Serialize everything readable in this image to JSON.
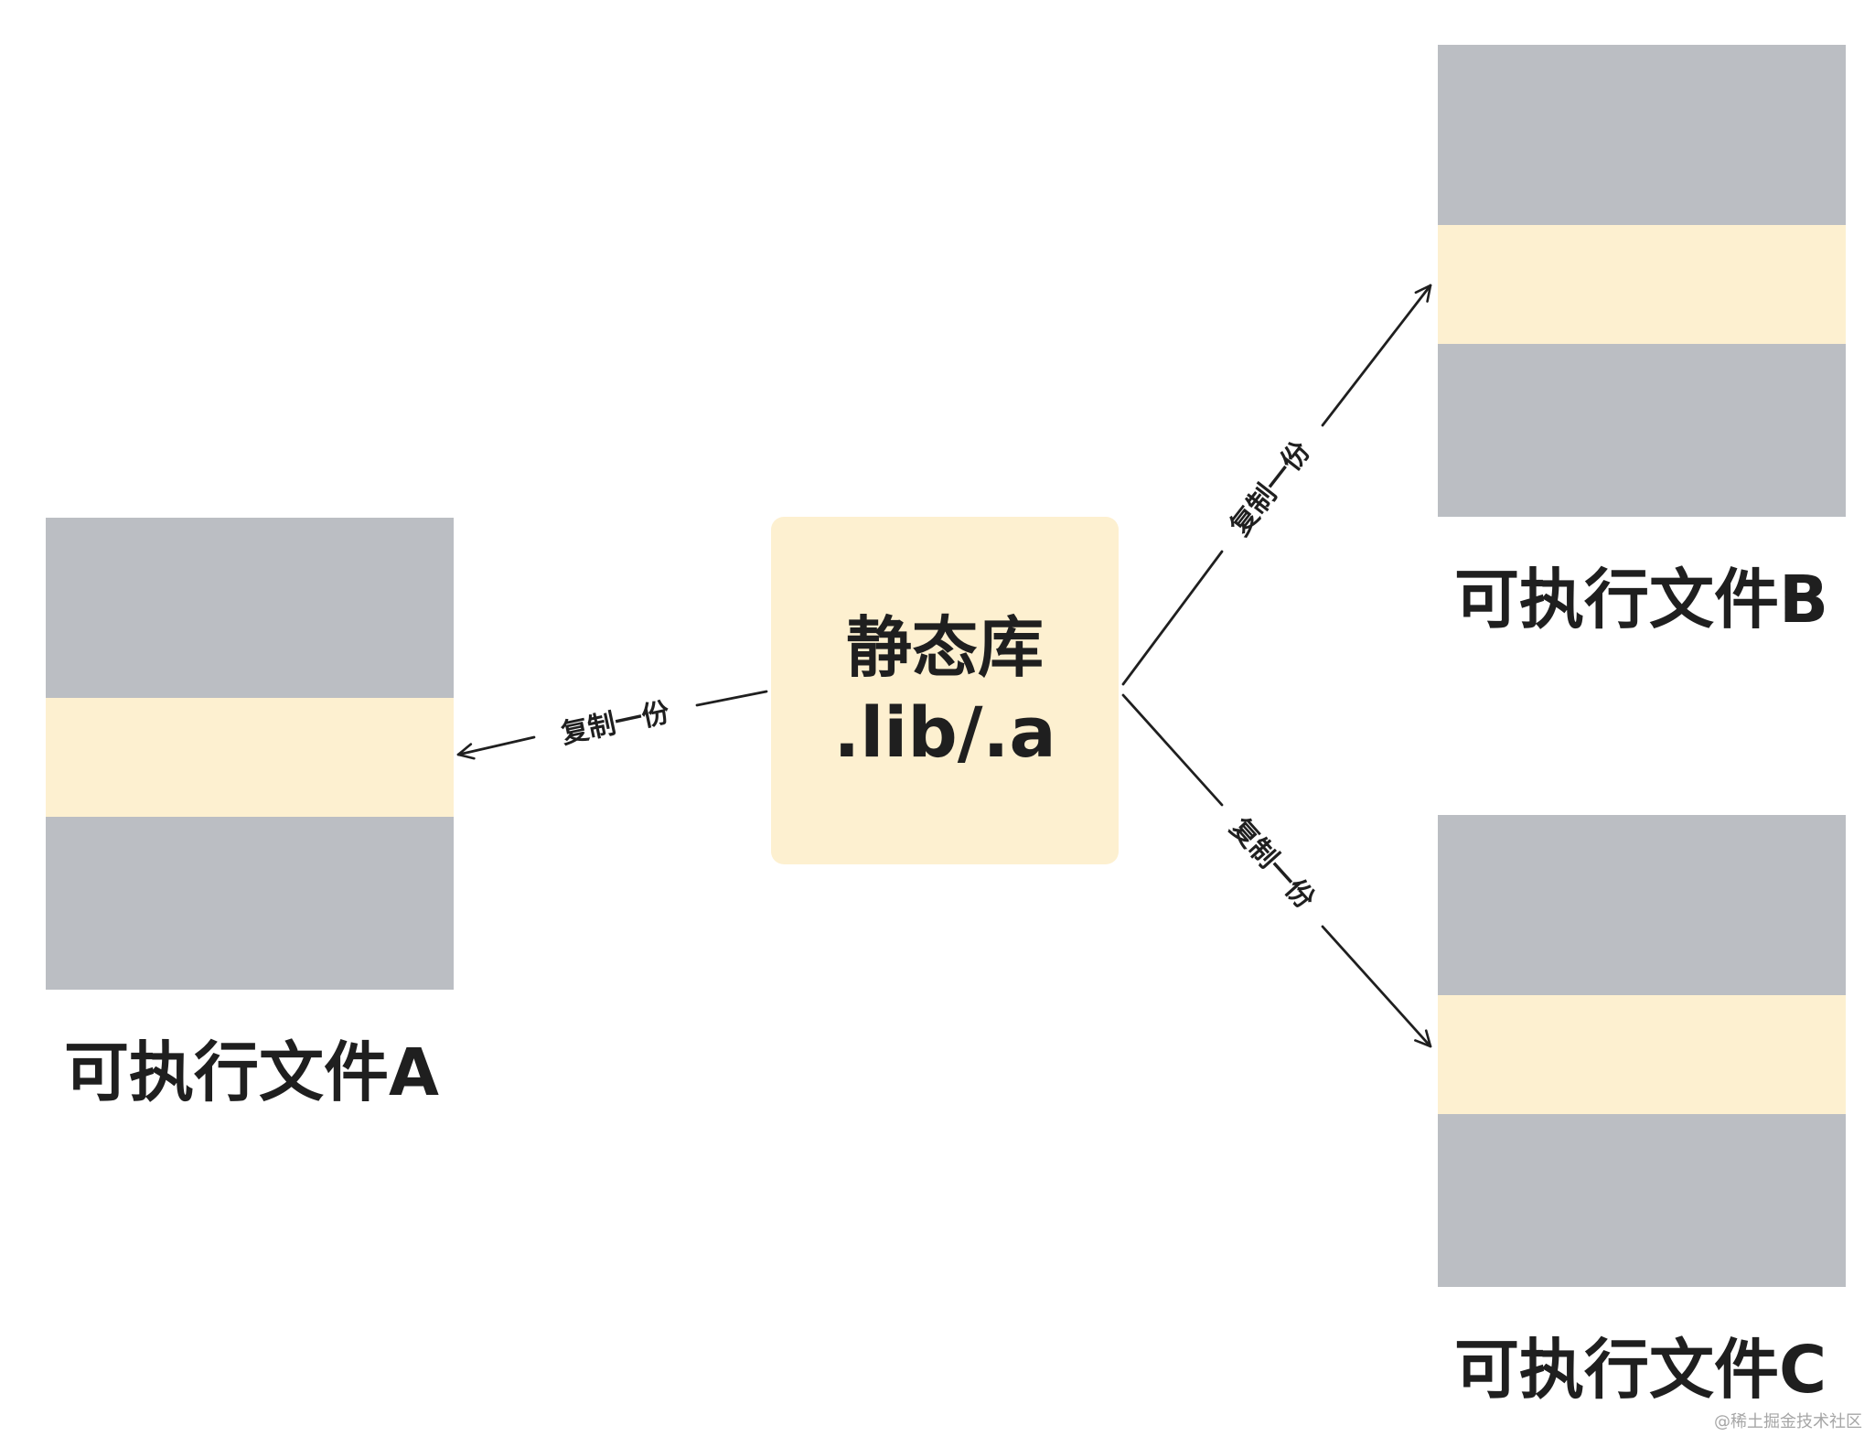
{
  "static_lib": {
    "title": "静态库",
    "extension": ".lib/.a"
  },
  "executables": [
    {
      "label": "可执行文件A"
    },
    {
      "label": "可执行文件B"
    },
    {
      "label": "可执行文件C"
    }
  ],
  "edges": [
    {
      "label": "复制一份"
    },
    {
      "label": "复制一份"
    },
    {
      "label": "复制一份"
    }
  ],
  "watermark": "@稀土掘金技术社区",
  "colors": {
    "gray_block": "#bbbec3",
    "lib_highlight": "#fdf0d0",
    "text": "#1f1f1f"
  }
}
